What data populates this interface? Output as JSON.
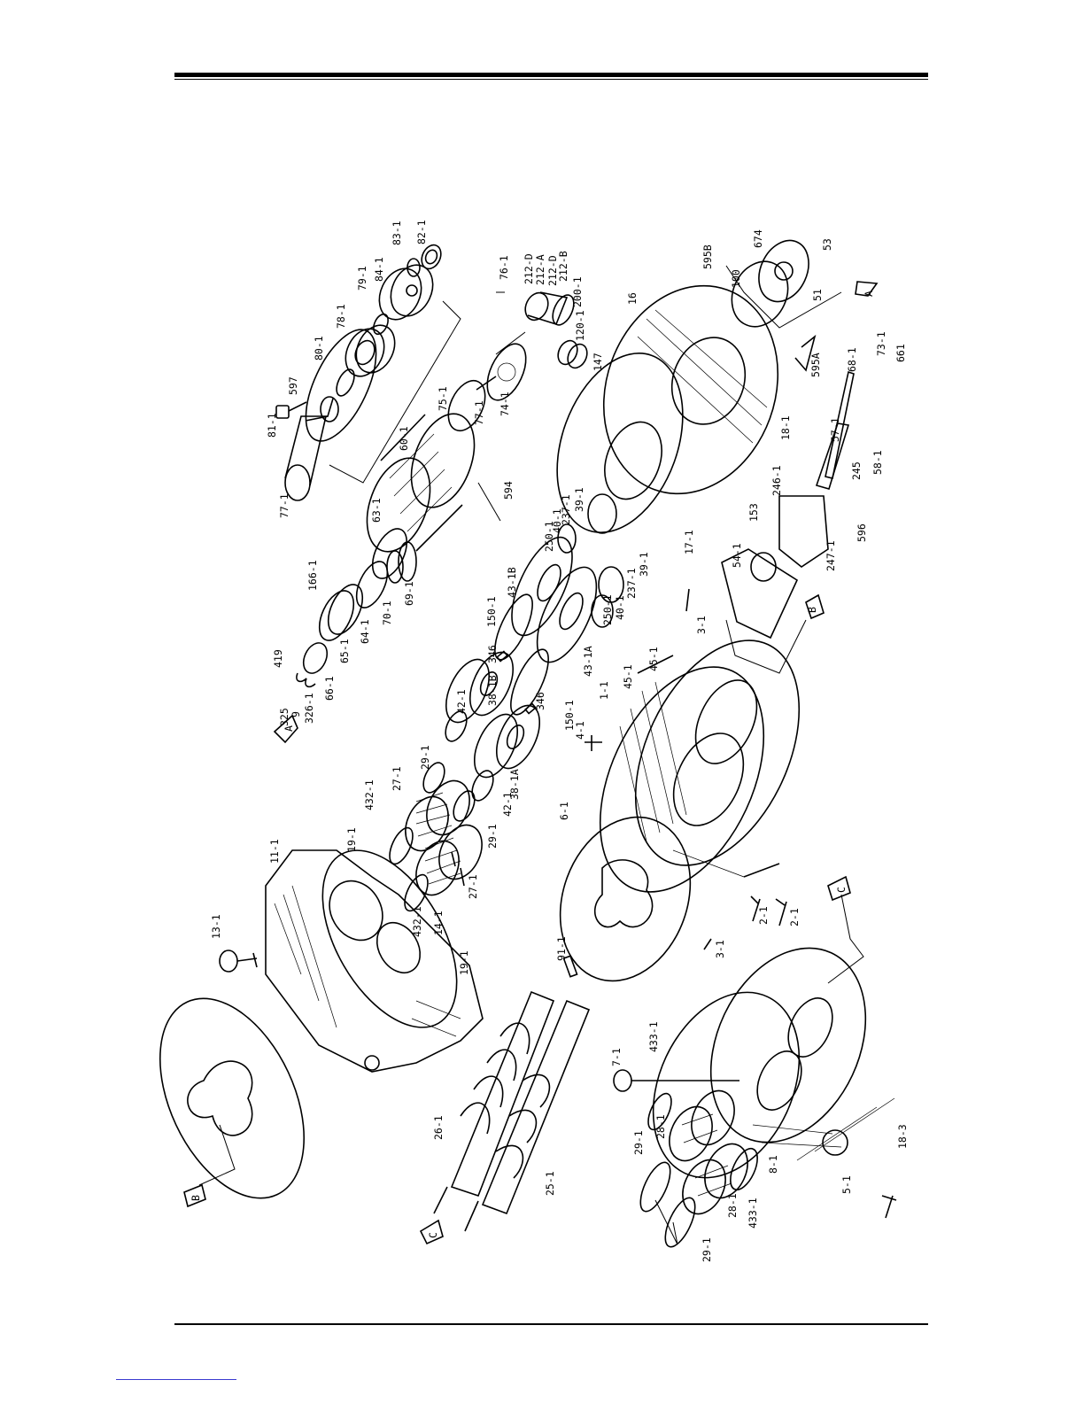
{
  "labels": [
    {
      "id": "l-81-1",
      "text": "81-1"
    },
    {
      "id": "l-597",
      "text": "597"
    },
    {
      "id": "l-80-1",
      "text": "80-1"
    },
    {
      "id": "l-78-1",
      "text": "78-1"
    },
    {
      "id": "l-79-1",
      "text": "79-1"
    },
    {
      "id": "l-84-1",
      "text": "84-1"
    },
    {
      "id": "l-83-1",
      "text": "83-1"
    },
    {
      "id": "l-82-1",
      "text": "82-1"
    },
    {
      "id": "l-77-1a",
      "text": "77-1"
    },
    {
      "id": "l-76-1",
      "text": "76-1"
    },
    {
      "id": "l-212-D1",
      "text": "212-D"
    },
    {
      "id": "l-212-A",
      "text": "212-A"
    },
    {
      "id": "l-212-D2",
      "text": "212-D"
    },
    {
      "id": "l-212-B",
      "text": "212-B"
    },
    {
      "id": "l-200-1",
      "text": "200-1"
    },
    {
      "id": "l-120-1",
      "text": "120-1"
    },
    {
      "id": "l-147",
      "text": "147"
    },
    {
      "id": "l-74-1",
      "text": "74-1"
    },
    {
      "id": "l-77-1b",
      "text": "77-1"
    },
    {
      "id": "l-75-1",
      "text": "75-1"
    },
    {
      "id": "l-60-1",
      "text": "60-1"
    },
    {
      "id": "l-594",
      "text": "594"
    },
    {
      "id": "l-63-1",
      "text": "63-1"
    },
    {
      "id": "l-69-1",
      "text": "69-1"
    },
    {
      "id": "l-70-1",
      "text": "70-1"
    },
    {
      "id": "l-64-1",
      "text": "64-1"
    },
    {
      "id": "l-65-1",
      "text": "65-1"
    },
    {
      "id": "l-166-1",
      "text": "166-1"
    },
    {
      "id": "l-66-1",
      "text": "66-1"
    },
    {
      "id": "l-326-1",
      "text": "326-1"
    },
    {
      "id": "l-419",
      "text": "419"
    },
    {
      "id": "l-325",
      "text": "325"
    },
    {
      "id": "l-9",
      "text": "9"
    },
    {
      "id": "l-A1",
      "text": "A"
    },
    {
      "id": "l-595B",
      "text": "595B"
    },
    {
      "id": "l-674",
      "text": "674"
    },
    {
      "id": "l-53",
      "text": "53"
    },
    {
      "id": "l-100",
      "text": "100"
    },
    {
      "id": "l-51",
      "text": "51"
    },
    {
      "id": "l-A2",
      "text": "A"
    },
    {
      "id": "l-16",
      "text": "16"
    },
    {
      "id": "l-595A",
      "text": "595A"
    },
    {
      "id": "l-68-1",
      "text": "68-1"
    },
    {
      "id": "l-73-1",
      "text": "73-1"
    },
    {
      "id": "l-661",
      "text": "661"
    },
    {
      "id": "l-18-1",
      "text": "18-1"
    },
    {
      "id": "l-57-1",
      "text": "57-1"
    },
    {
      "id": "l-245",
      "text": "245"
    },
    {
      "id": "l-58-1",
      "text": "58-1"
    },
    {
      "id": "l-246-1",
      "text": "246-1"
    },
    {
      "id": "l-153",
      "text": "153"
    },
    {
      "id": "l-596",
      "text": "596"
    },
    {
      "id": "l-247-1",
      "text": "247-1"
    },
    {
      "id": "l-54-1",
      "text": "54-1"
    },
    {
      "id": "l-B2",
      "text": "B"
    },
    {
      "id": "l-17-1",
      "text": "17-1"
    },
    {
      "id": "l-250-1a",
      "text": "250-1"
    },
    {
      "id": "l-237-1a",
      "text": "237-1"
    },
    {
      "id": "l-39-1a",
      "text": "39-1"
    },
    {
      "id": "l-40-1a",
      "text": "40-1"
    },
    {
      "id": "l-39-1b",
      "text": "39-1"
    },
    {
      "id": "l-237-1b",
      "text": "237-1"
    },
    {
      "id": "l-40-1b",
      "text": "40-1"
    },
    {
      "id": "l-250-1b",
      "text": "250-1"
    },
    {
      "id": "l-43-1B",
      "text": "43-1B"
    },
    {
      "id": "l-150-1a",
      "text": "150-1"
    },
    {
      "id": "l-45-1a",
      "text": "45-1"
    },
    {
      "id": "l-45-1b",
      "text": "45-1"
    },
    {
      "id": "l-43-1A",
      "text": "43-1A"
    },
    {
      "id": "l-150-1b",
      "text": "150-1"
    },
    {
      "id": "l-346a",
      "text": "346"
    },
    {
      "id": "l-346b",
      "text": "346"
    },
    {
      "id": "l-38-1B",
      "text": "38-1B"
    },
    {
      "id": "l-38-1A",
      "text": "38-1A"
    },
    {
      "id": "l-42-1a",
      "text": "42-1"
    },
    {
      "id": "l-42-1b",
      "text": "42-1"
    },
    {
      "id": "l-29-1a",
      "text": "29-1"
    },
    {
      "id": "l-29-1b",
      "text": "29-1"
    },
    {
      "id": "l-27-1a",
      "text": "27-1"
    },
    {
      "id": "l-27-1b",
      "text": "27-1"
    },
    {
      "id": "l-432-1a",
      "text": "432-1"
    },
    {
      "id": "l-432-1b",
      "text": "432-1"
    },
    {
      "id": "l-14-1",
      "text": "14-1"
    },
    {
      "id": "l-19-1a",
      "text": "19-1"
    },
    {
      "id": "l-19-1b",
      "text": "19-1"
    },
    {
      "id": "l-11-1",
      "text": "11-1"
    },
    {
      "id": "l-13-1",
      "text": "13-1"
    },
    {
      "id": "l-1-1",
      "text": "1-1"
    },
    {
      "id": "l-4-1",
      "text": "4-1"
    },
    {
      "id": "l-3-1a",
      "text": "3-1"
    },
    {
      "id": "l-3-1b",
      "text": "3-1"
    },
    {
      "id": "l-2-1a",
      "text": "2-1"
    },
    {
      "id": "l-2-1b",
      "text": "2-1"
    },
    {
      "id": "l-6-1",
      "text": "6-1"
    },
    {
      "id": "l-91-1",
      "text": "91-1"
    },
    {
      "id": "l-C1",
      "text": "C"
    },
    {
      "id": "l-B1",
      "text": "B"
    },
    {
      "id": "l-26-1",
      "text": "26-1"
    },
    {
      "id": "l-25-1",
      "text": "25-1"
    },
    {
      "id": "l-C2",
      "text": "C"
    },
    {
      "id": "l-7-1",
      "text": "7-1"
    },
    {
      "id": "l-433-1a",
      "text": "433-1"
    },
    {
      "id": "l-28-1a",
      "text": "28-1"
    },
    {
      "id": "l-29-1c",
      "text": "29-1"
    },
    {
      "id": "l-29-1d",
      "text": "29-1"
    },
    {
      "id": "l-28-1b",
      "text": "28-1"
    },
    {
      "id": "l-433-1b",
      "text": "433-1"
    },
    {
      "id": "l-8-1",
      "text": "8-1"
    },
    {
      "id": "l-5-1",
      "text": "5-1"
    },
    {
      "id": "l-18-3",
      "text": "18-3"
    }
  ]
}
